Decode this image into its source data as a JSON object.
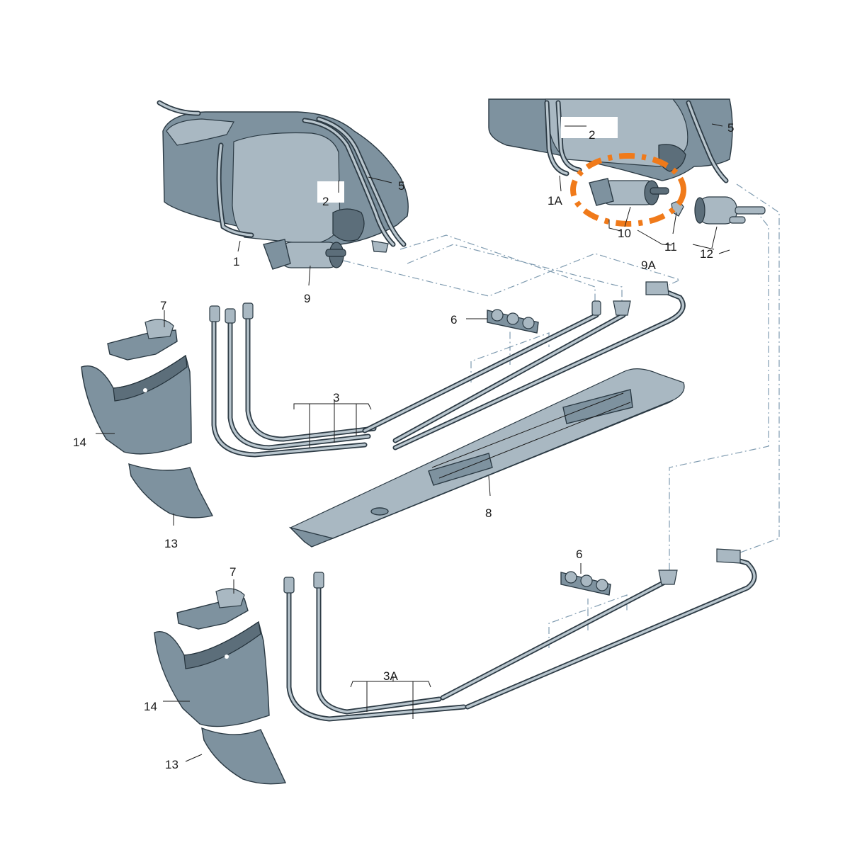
{
  "callouts": {
    "c1": "1",
    "c1A": "1A",
    "c2_left": "2",
    "c2_right": "2",
    "c3": "3",
    "c3A": "3A",
    "c5_left": "5",
    "c5_right": "5",
    "c6_top": "6",
    "c6_bottom": "6",
    "c7_top": "7",
    "c7_bottom": "7",
    "c8": "8",
    "c9": "9",
    "c9A": "9A",
    "c10": "10",
    "c11": "11",
    "c12": "12",
    "c13_top": "13",
    "c13_bottom": "13",
    "c14_top": "14",
    "c14_bottom": "14"
  },
  "colors": {
    "highlight": "#f07a1a",
    "part_fill": "#7e929f",
    "outline": "#2b3a44",
    "leader_dash": "#7f9bb0"
  }
}
